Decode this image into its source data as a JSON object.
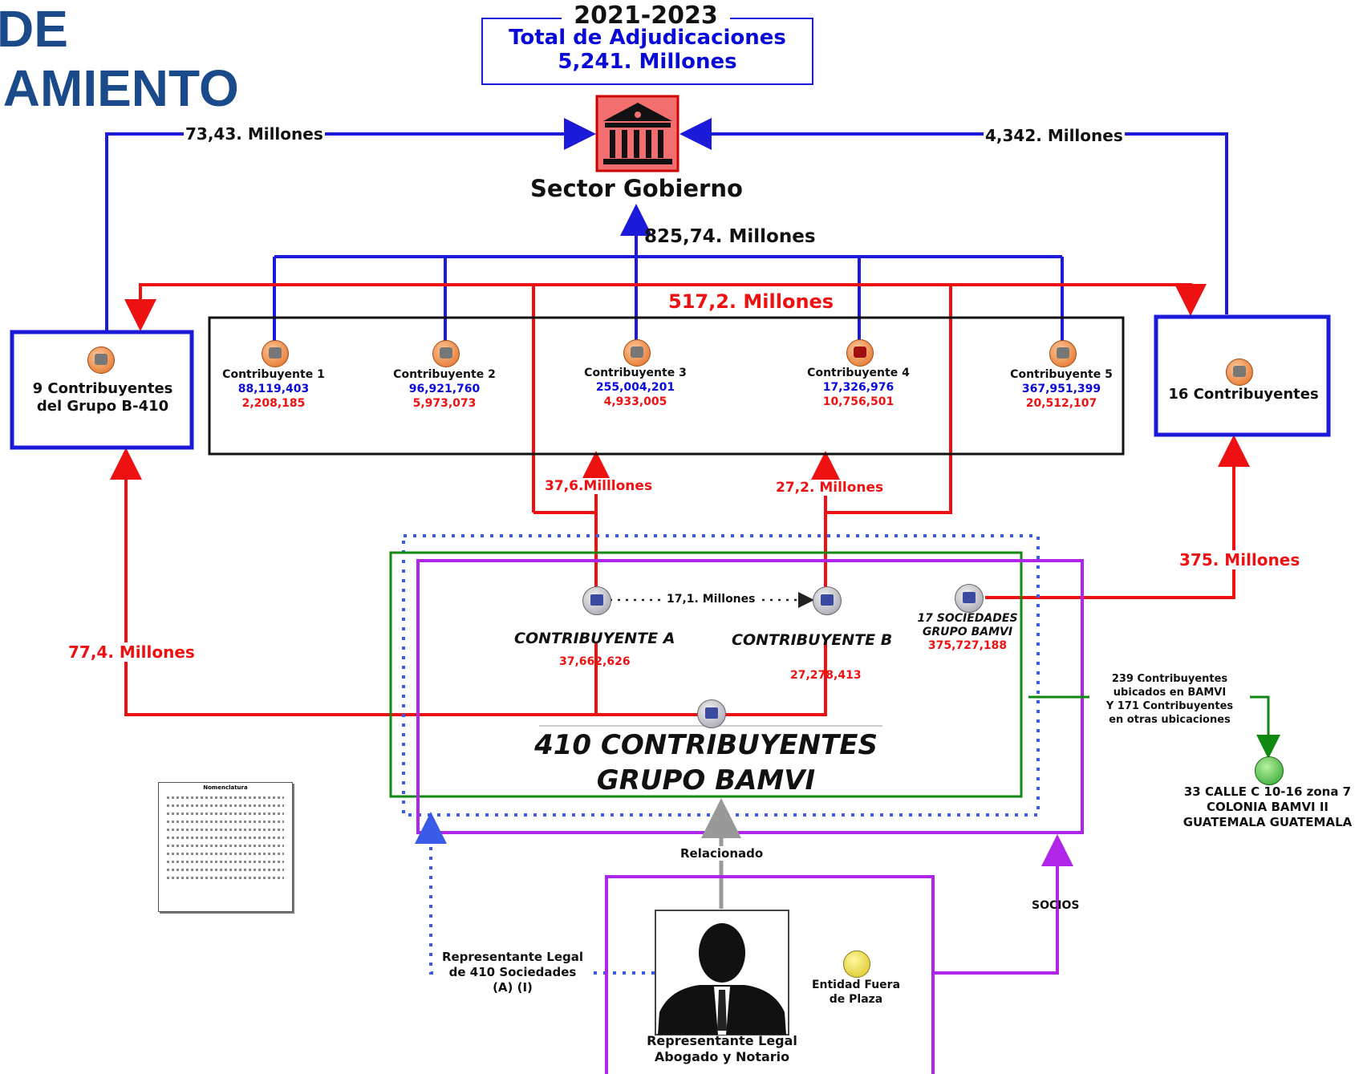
{
  "title": {
    "line1": "DE",
    "line2": "IAMIENTO"
  },
  "header": {
    "period": "2021-2023",
    "line1": "Total de Adjudicaciones",
    "line2": "5,241. Millones"
  },
  "gov": {
    "label": "Sector Gobierno"
  },
  "flows": {
    "left_top": "73,43. Millones",
    "right_top": "4,342. Millones",
    "center_up": "825,74. Millones",
    "red_top": "517,2. Millones",
    "a_up": "37,6.Milllones",
    "b_up": "27,2. Millones",
    "right_red": "375. Millones",
    "left_red": "77,4. Millones",
    "a_to_b": "17,1. Millones"
  },
  "left_box": {
    "line1": "9 Contribuyentes",
    "line2": "del Grupo B-410"
  },
  "right_box": {
    "label": "16 Contribuyentes"
  },
  "contribuyentes": [
    {
      "name": "Contribuyente 1",
      "blue": "88,119,403",
      "red": "2,208,185"
    },
    {
      "name": "Contribuyente 2",
      "blue": "96,921,760",
      "red": "5,973,073"
    },
    {
      "name": "Contribuyente 3",
      "blue": "255,004,201",
      "red": "4,933,005"
    },
    {
      "name": "Contribuyente 4",
      "blue": "17,326,976",
      "red": "10,756,501"
    },
    {
      "name": "Contribuyente 5",
      "blue": "367,951,399",
      "red": "20,512,107"
    }
  ],
  "group": {
    "a_label": "CONTRIBUYENTE A",
    "a_value": "37,662,626",
    "b_label": "CONTRIBUYENTE B",
    "b_value": "27,278,413",
    "soc_line1": "17 SOCIEDADES",
    "soc_line2": "GRUPO BAMVI",
    "soc_value": "375,727,188",
    "main_line1": "410 CONTRIBUYENTES",
    "main_line2": "GRUPO BAMVI"
  },
  "location": {
    "note_line1": "239 Contribuyentes",
    "note_line2": "ubicados en BAMVI",
    "note_line3": "Y 171 Contribuyentes",
    "note_line4": "en otras ubicaciones",
    "addr_line1": "33  CALLE C  10-16  zona 7",
    "addr_line2": "COLONIA BAMVI II",
    "addr_line3": "GUATEMALA GUATEMALA"
  },
  "bottom": {
    "related": "Relacionado",
    "socios": "SOCIOS",
    "rep_line1": "Representante Legal",
    "rep_line2": "de 410 Sociedades",
    "rep_line3": "(A) (I)",
    "person_line1": "Representante Legal",
    "person_line2": "Abogado y Notario",
    "entity_line1": "Entidad Fuera",
    "entity_line2": "de Plaza"
  },
  "legend": {
    "title": "Nomenclatura"
  },
  "colors": {
    "blue": "#1a1ad8",
    "red": "#ee1111",
    "green": "#118811",
    "magenta": "#b026e8",
    "gray": "#999999",
    "title": "#1a4a8a"
  }
}
